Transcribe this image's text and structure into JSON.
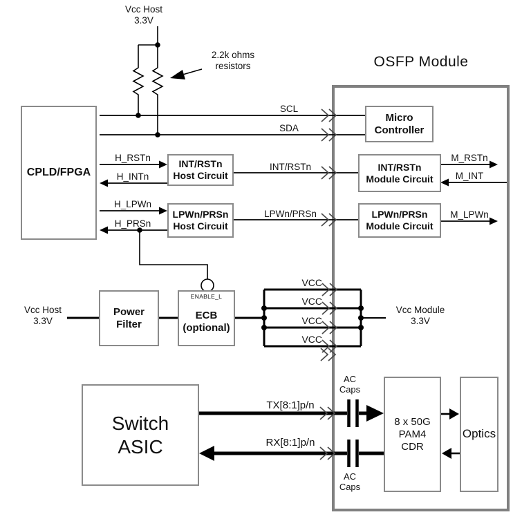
{
  "title": "OSFP Module",
  "colors": {
    "wire": "#000000",
    "box_border": "#8a8a8a",
    "module_border": "#808080",
    "text": "#111111"
  },
  "top": {
    "vcc_host": "Vcc Host\n3.3V",
    "resistor_note": "2.2k ohms\nresistors"
  },
  "blocks": {
    "cpld": "CPLD/FPGA",
    "micro": "Micro\nController",
    "int_rstn_host": "INT/RSTn\nHost Circuit",
    "int_rstn_module": "INT/RSTn\nModule Circuit",
    "lpwn_prsn_host": "LPWn/PRSn\nHost Circuit",
    "lpwn_prsn_module": "LPWn/PRSn\nModule Circuit",
    "power_filter": "Power\nFilter",
    "ecb": "ECB\n(optional)",
    "switch_asic": "Switch\nASIC",
    "cdr": "8 x 50G\nPAM4\nCDR",
    "optics": "Optics"
  },
  "signals": {
    "scl": "SCL",
    "sda": "SDA",
    "h_rstn": "H_RSTn",
    "h_intn": "H_INTn",
    "int_rstn": "INT/RSTn",
    "m_rstn": "M_RSTn",
    "m_int": "M_INT",
    "h_lpwn": "H_LPWn",
    "h_prsn": "H_PRSn",
    "lpwn_prsn": "LPWn/PRSn",
    "m_lpwn": "M_LPWn",
    "enable_l": "ENABLE_L",
    "tx": "TX[8:1]p/n",
    "rx": "RX[8:1]p/n"
  },
  "power": {
    "vcc_host": "Vcc Host\n3.3V",
    "vcc_module": "Vcc Module\n3.3V",
    "vcc_pin": "VCC",
    "ac_caps": "AC\nCaps"
  }
}
